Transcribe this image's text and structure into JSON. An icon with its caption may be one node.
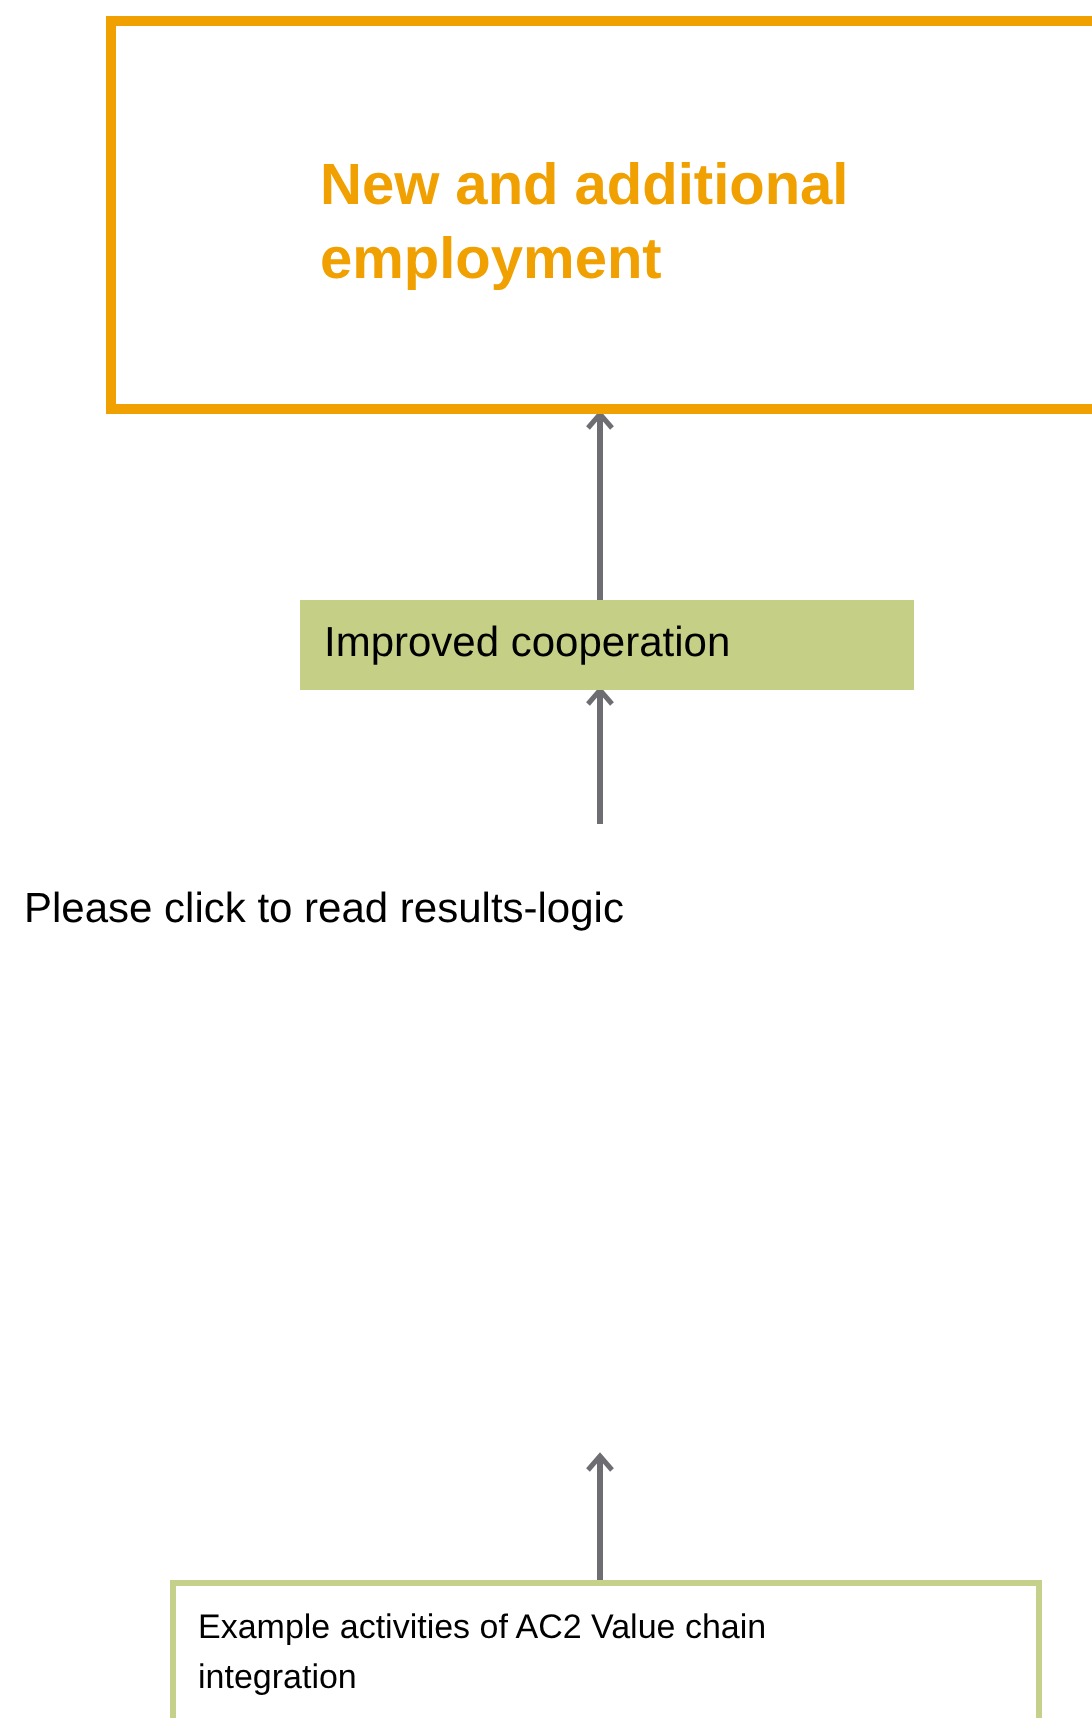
{
  "diagram": {
    "nodes": [
      {
        "text": [
          "New and additional employment"
        ]
      },
      {
        "text": [
          "Improved cooperation"
        ]
      },
      {
        "text": [
          "Example activities of AC2 Value chain integration"
        ]
      }
    ],
    "edges": [
      {
        "from": 1,
        "to": 0,
        "arrow": "to"
      },
      {
        "from": null,
        "to": 1,
        "arrow": "to"
      },
      {
        "from": 2,
        "to": null,
        "arrow": "to"
      }
    ],
    "labels": [
      "Please click to read results-logic"
    ]
  }
}
